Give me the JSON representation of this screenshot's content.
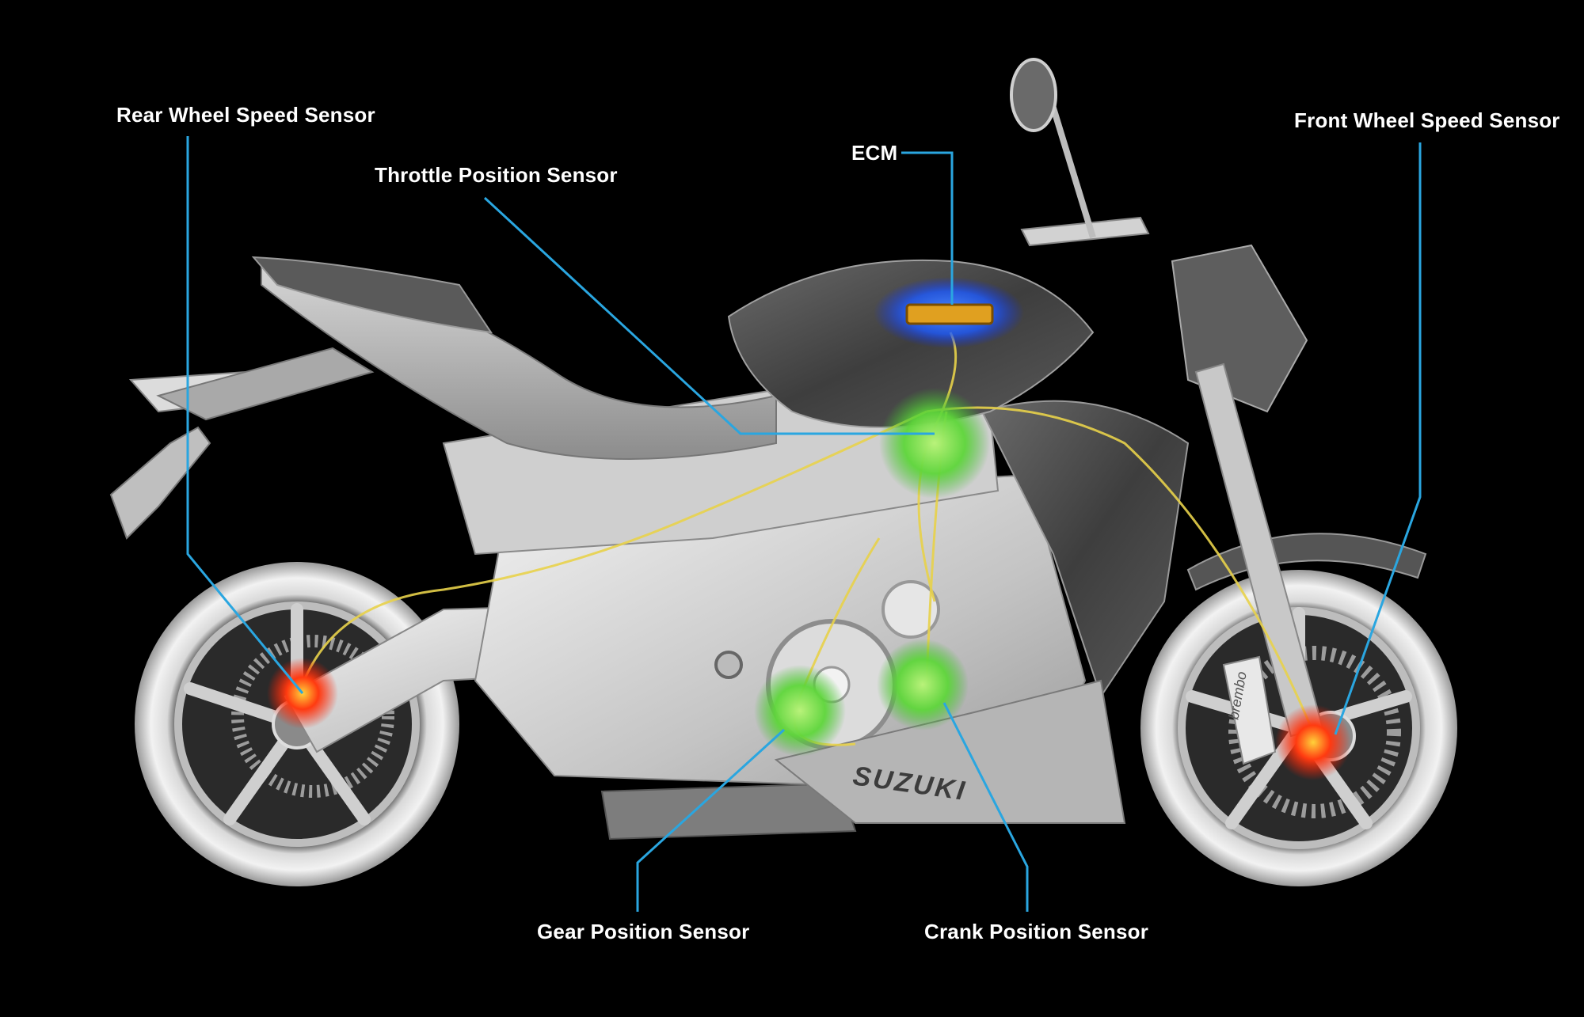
{
  "labels": {
    "rear_wheel_speed_sensor": "Rear Wheel Speed Sensor",
    "throttle_position_sensor": "Throttle Position Sensor",
    "ecm": "ECM",
    "front_wheel_speed_sensor": "Front Wheel Speed Sensor",
    "gear_position_sensor": "Gear Position Sensor",
    "crank_position_sensor": "Crank Position Sensor"
  },
  "brand": {
    "tank_logo": "SUZUKI",
    "caliper_logo": "brembo"
  },
  "colors": {
    "background": "#000000",
    "leader_line": "#2aa6e0",
    "wiring": "#e8d24a",
    "sensor_green": "#5ed63a",
    "sensor_red": "#ff2a10",
    "ecm_glow": "#1e6bff",
    "ecm_body": "#e0a020",
    "label_text": "#ffffff"
  },
  "icons": {
    "motorcycle": "naked-motorcycle-illustration",
    "sensor_glow": "sensor-glow-icon",
    "ecm_unit": "ecm-module-icon"
  }
}
